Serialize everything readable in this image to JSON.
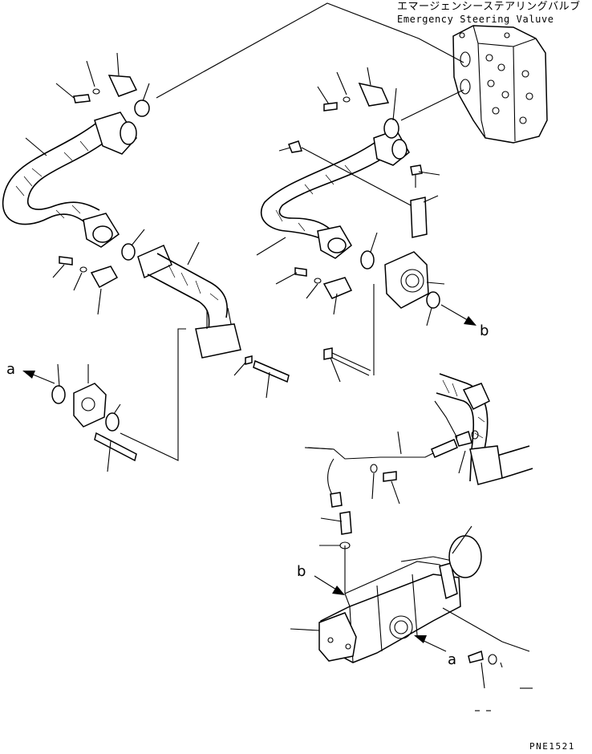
{
  "header": {
    "title_jp": "エマージェンシーステアリングバルブ",
    "title_en": "Emergency Steering Valuve"
  },
  "callouts": {
    "a_left": "a",
    "b_right": "b",
    "b_pump": "b",
    "a_pump": "a"
  },
  "drawing_code": "PNE1521"
}
